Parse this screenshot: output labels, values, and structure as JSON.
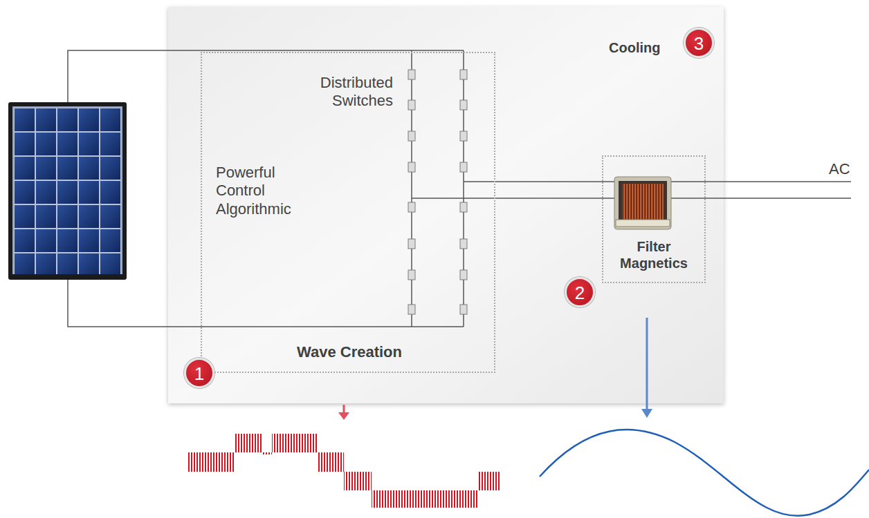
{
  "diagram": {
    "nodes": [
      {
        "text": [
          "Cooling"
        ]
      },
      {
        "text": [
          "Distributed Switches",
          "Powerful Control Algorithmic",
          "Wave Creation"
        ],
        "in": 0
      },
      {
        "text": [
          "Filter Magnetics"
        ],
        "in": 0
      },
      {
        "text": [
          "3"
        ],
        "in": 0
      },
      {
        "text": [
          "2"
        ],
        "in": 0
      },
      {
        "text": [
          "1"
        ],
        "in": 0
      }
    ],
    "labels": [
      "AC"
    ]
  }
}
